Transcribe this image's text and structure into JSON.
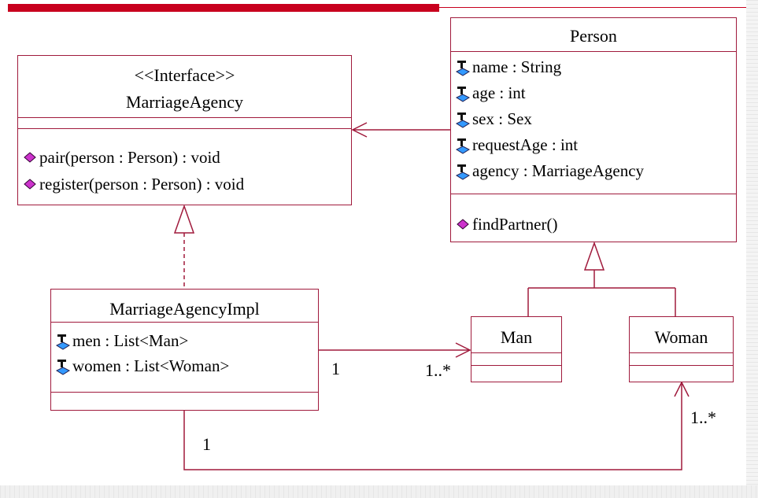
{
  "person": {
    "name": "Person",
    "attributes": [
      "name : String",
      "age : int",
      "sex : Sex",
      "requestAge : int",
      "agency : MarriageAgency"
    ],
    "operations": [
      "findPartner()"
    ]
  },
  "agency": {
    "stereotype": "<<Interface>>",
    "name": "MarriageAgency",
    "operations": [
      "pair(person : Person) : void",
      "register(person : Person) : void"
    ]
  },
  "impl": {
    "name": "MarriageAgencyImpl",
    "attributes": [
      "men : List<Man>",
      "women : List<Woman>"
    ]
  },
  "man": {
    "name": "Man"
  },
  "woman": {
    "name": "Woman"
  },
  "multiplicities": {
    "impl_to_man_source": "1",
    "impl_to_man_target": "1..*",
    "impl_to_woman_source": "1",
    "impl_to_woman_target": "1..*"
  },
  "colors": {
    "border": "#a01a3c",
    "accent_bar": "#c8001e",
    "operation_icon": "#cc33cc",
    "attribute_icon": "#3399ff"
  },
  "icons": {
    "attribute": "protected-attribute-icon",
    "operation": "public-operation-icon"
  }
}
